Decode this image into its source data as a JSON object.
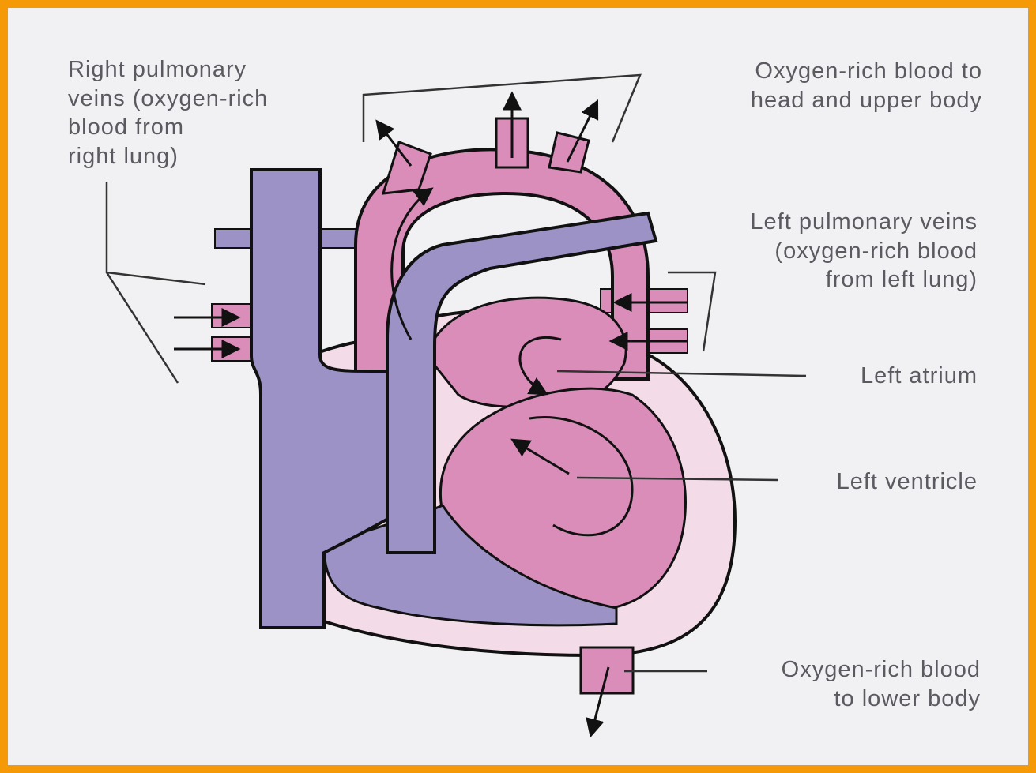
{
  "colors": {
    "frame": "#f59a06",
    "background": "#f1f1f3",
    "oxygen_rich": "#d98db8",
    "oxygen_poor": "#9c92c6",
    "heart_wall": "#f4dbe8",
    "outline": "#111111",
    "label_text": "#5a5a60"
  },
  "labels": {
    "right_pulmonary_veins": "Right pulmonary\nveins (oxygen-rich\nblood from\nright lung)",
    "head_upper_body": "Oxygen-rich blood  to\nhead and upper body",
    "left_pulmonary_veins": "Left pulmonary veins\n(oxygen-rich blood\nfrom left lung)",
    "left_atrium": "Left atrium",
    "left_ventricle": "Left ventricle",
    "lower_body": "Oxygen-rich blood\nto lower body"
  }
}
